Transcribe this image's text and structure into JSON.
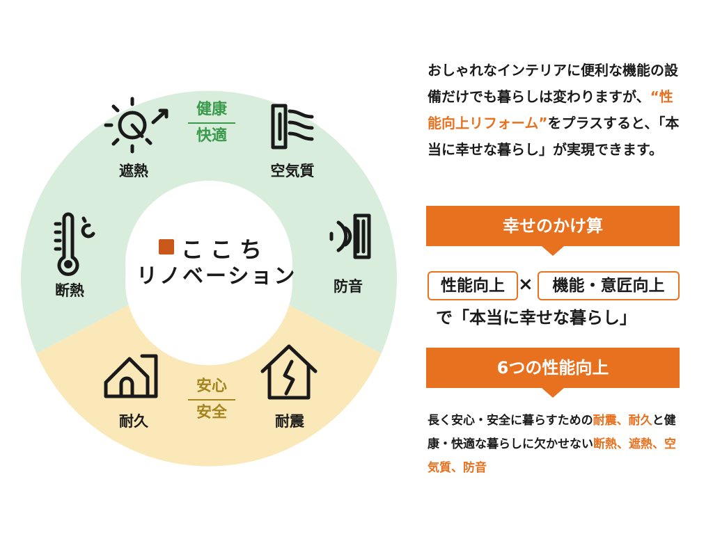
{
  "wheel": {
    "colors": {
      "upper": "#d8eddc",
      "lower": "#fbe8b8",
      "center": "#ffffff"
    },
    "upper_category": {
      "line1": "健康",
      "line2": "快適"
    },
    "lower_category": {
      "line1": "安心",
      "line2": "安全"
    },
    "items": {
      "shading": {
        "label": "遮熱",
        "icon": "sun-shade-icon"
      },
      "air": {
        "label": "空気質",
        "icon": "air-purifier-icon"
      },
      "insulation": {
        "label": "断熱",
        "icon": "thermometer-icon"
      },
      "soundproof": {
        "label": "防音",
        "icon": "sound-wall-icon"
      },
      "durability": {
        "label": "耐久",
        "icon": "house-repair-icon"
      },
      "quake": {
        "label": "耐震",
        "icon": "house-earthquake-icon"
      }
    },
    "logo": {
      "line1": "ここち",
      "line2": "リノベーション"
    }
  },
  "intro": {
    "part1": "おしゃれなインテリアに便利な機能の設備だけでも暮らしは変わりますが、",
    "highlight": "“性能向上リフォーム”",
    "part2": "をプラスすると、「本当に幸せな暮らし」が実現できます。"
  },
  "section1": {
    "banner": "幸せのかけ算",
    "box1": "性能向上",
    "times": "×",
    "box2": "機能・意匠向上",
    "result": "で「本当に幸せな暮らし」"
  },
  "section2": {
    "banner": "6つの性能向上",
    "text1": "長く安心・安全に暮らすための",
    "hl1": "耐震、耐久",
    "text2": "と健康・快適な暮らしに欠かせない",
    "hl2": "断熱、遮熱、空気質、防音"
  },
  "accent": "#e8711f"
}
